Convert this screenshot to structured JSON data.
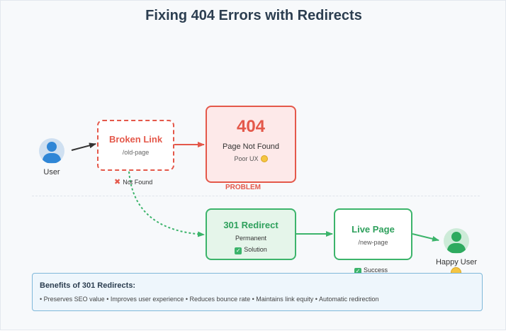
{
  "title": "Fixing 404 Errors with Redirects",
  "user": {
    "label": "User"
  },
  "broken_link": {
    "title": "Broken Link",
    "path": "/old-page",
    "note": "Not Found"
  },
  "error_404": {
    "code": "404",
    "title": "Page Not Found",
    "ux": "Poor UX",
    "tag": "PROBLEM"
  },
  "redirect": {
    "title": "301 Redirect",
    "subtitle": "Permanent",
    "note": "Solution"
  },
  "live_page": {
    "title": "Live Page",
    "path": "/new-page",
    "note": "Success"
  },
  "happy_user": {
    "label": "Happy User"
  },
  "benefits": {
    "title": "Benefits of 301 Redirects:",
    "list": "• Preserves SEO value • Improves user experience • Reduces bounce rate • Maintains link equity • Automatic redirection"
  },
  "colors": {
    "error": "#e4584a",
    "success": "#3cb46b",
    "user_blue": "#2f86d6",
    "arrow_dark": "#333333"
  },
  "icons": [
    "user-icon",
    "x-mark-icon",
    "sad-face-icon",
    "checkmark-icon",
    "happy-face-icon"
  ]
}
